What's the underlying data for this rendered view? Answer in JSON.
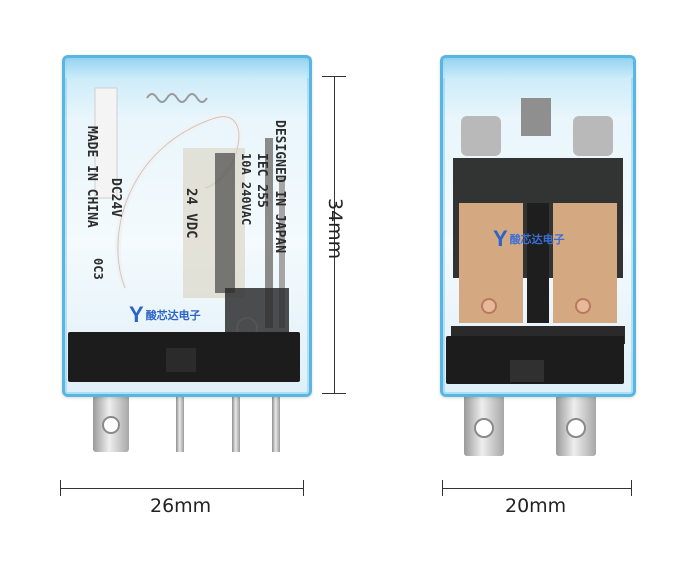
{
  "dimensions": {
    "width_front": "26mm",
    "width_side": "20mm",
    "height": "34mm"
  },
  "logo": {
    "symbol": "Y",
    "text": "酸芯达电子"
  },
  "markings": {
    "line1": "DESIGNED IN JAPAN",
    "line2": "IEC 255",
    "line3": "10A 240VAC",
    "line4": "24 VDC",
    "line5": "MADE IN CHINA",
    "line6": "DC24V",
    "line7": "0C3"
  },
  "colors": {
    "case_border": "#58b6e3",
    "base": "#1c1c1c",
    "logo": "#2a63c9",
    "dimension": "#333333"
  }
}
